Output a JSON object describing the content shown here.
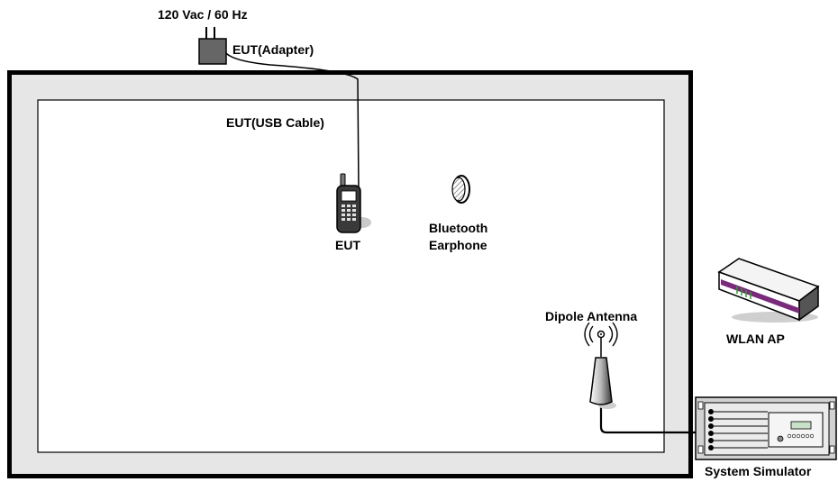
{
  "labels": {
    "power": "120 Vac / 60 Hz",
    "adapter": "EUT(Adapter)",
    "usb_cable": "EUT(USB Cable)",
    "eut": "EUT",
    "earphone_line1": "Bluetooth",
    "earphone_line2": "Earphone",
    "antenna": "Dipole Antenna",
    "wlan_ap": "WLAN AP",
    "simulator": "System Simulator"
  },
  "icons": {
    "adapter": "power-adapter-icon",
    "phone": "mobile-phone-icon",
    "earphone": "bluetooth-earphone-icon",
    "antenna": "dipole-antenna-icon",
    "router": "wlan-router-icon",
    "simulator": "system-simulator-icon"
  },
  "colors": {
    "chamber_wall": "#e6e6e6",
    "chamber_border": "#000000",
    "router_accent": "#7a2a7a"
  }
}
